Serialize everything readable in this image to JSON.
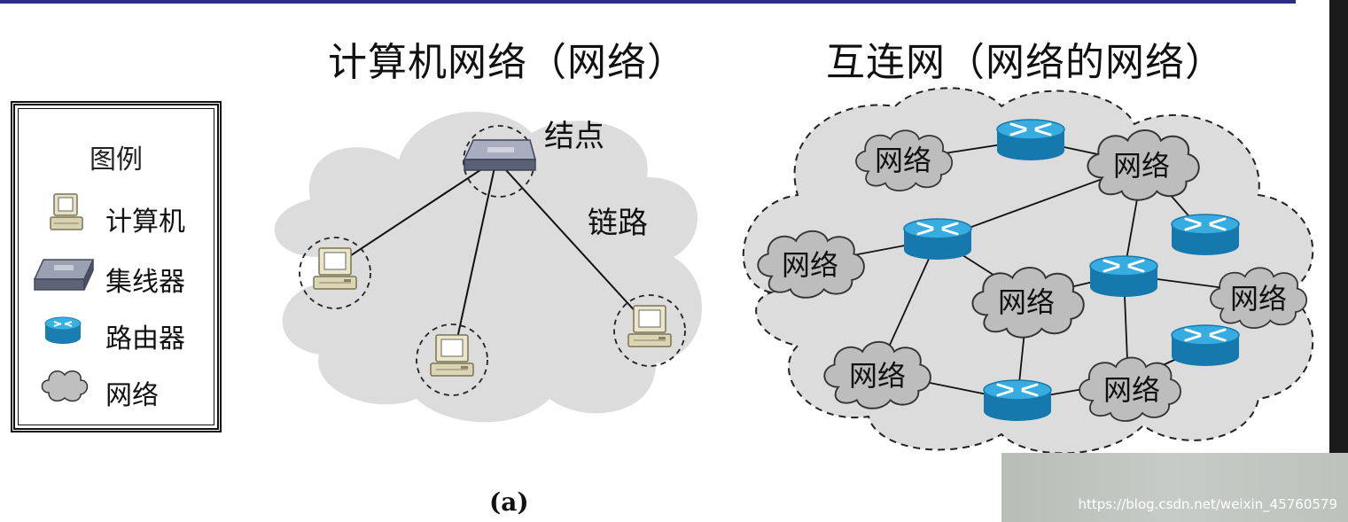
{
  "titles": {
    "left": "计算机网络（网络）",
    "right": "互连网（网络的网络）"
  },
  "legend": {
    "title": "图例",
    "items": [
      {
        "label": "计算机",
        "icon": "computer-icon"
      },
      {
        "label": "集线器",
        "icon": "hub-icon"
      },
      {
        "label": "路由器",
        "icon": "router-icon"
      },
      {
        "label": "网络",
        "icon": "network-cloud-icon"
      }
    ]
  },
  "left_diagram": {
    "node_label": "结点",
    "link_label": "链路"
  },
  "right_diagram": {
    "cloud_label": "网络"
  },
  "caption": "(a)",
  "watermark": "https://blog.csdn.net/weixin_45760579",
  "colors": {
    "title_rule": "#2b2e83",
    "cloud_fill": "#dcdcdc",
    "small_cloud_fill": "#bfbfbf",
    "router_blue": "#1f8fc4",
    "hub_gray": "#7d8599"
  }
}
